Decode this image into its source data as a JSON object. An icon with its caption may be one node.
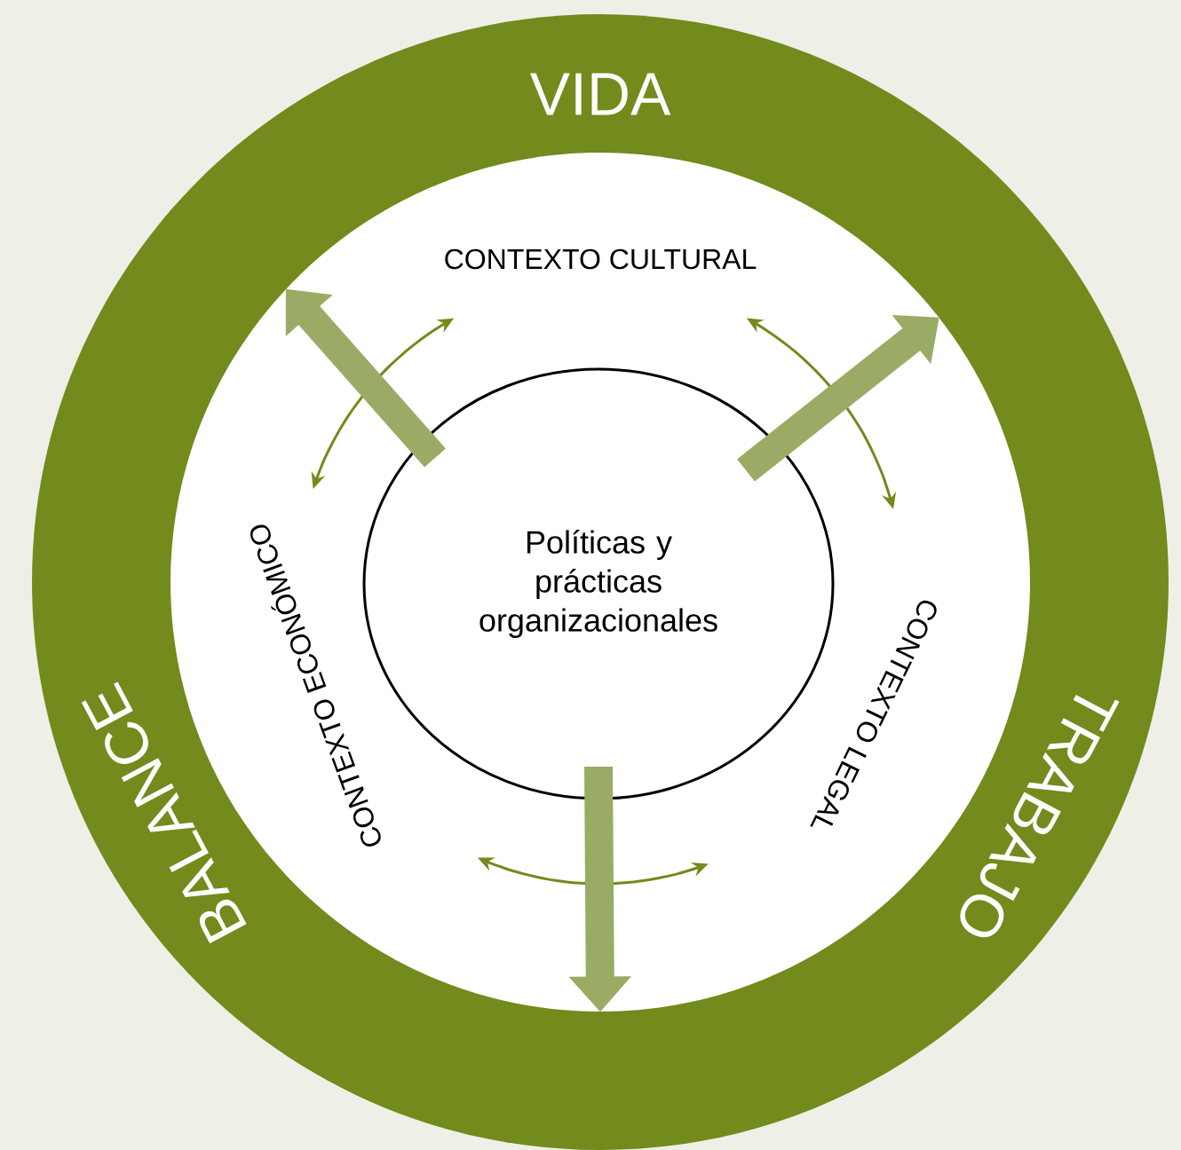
{
  "diagram": {
    "nodes": [
      {
        "text": [
          "VIDA",
          "TRABAJO",
          "BALANCE"
        ]
      },
      {
        "text": [
          "CONTEXTO CULTURAL",
          "CONTEXTO ECONÓMICO",
          "CONTEXTO LEGAL"
        ],
        "in": 0
      },
      {
        "text": [
          "Políticas y prácticas organizacionales"
        ],
        "in": 1
      }
    ],
    "edges": [
      {
        "from": 2,
        "to": 1,
        "arrow": "to"
      },
      {
        "from": 2,
        "to": 1,
        "arrow": "to"
      },
      {
        "from": 2,
        "to": 1,
        "arrow": "to"
      }
    ]
  }
}
